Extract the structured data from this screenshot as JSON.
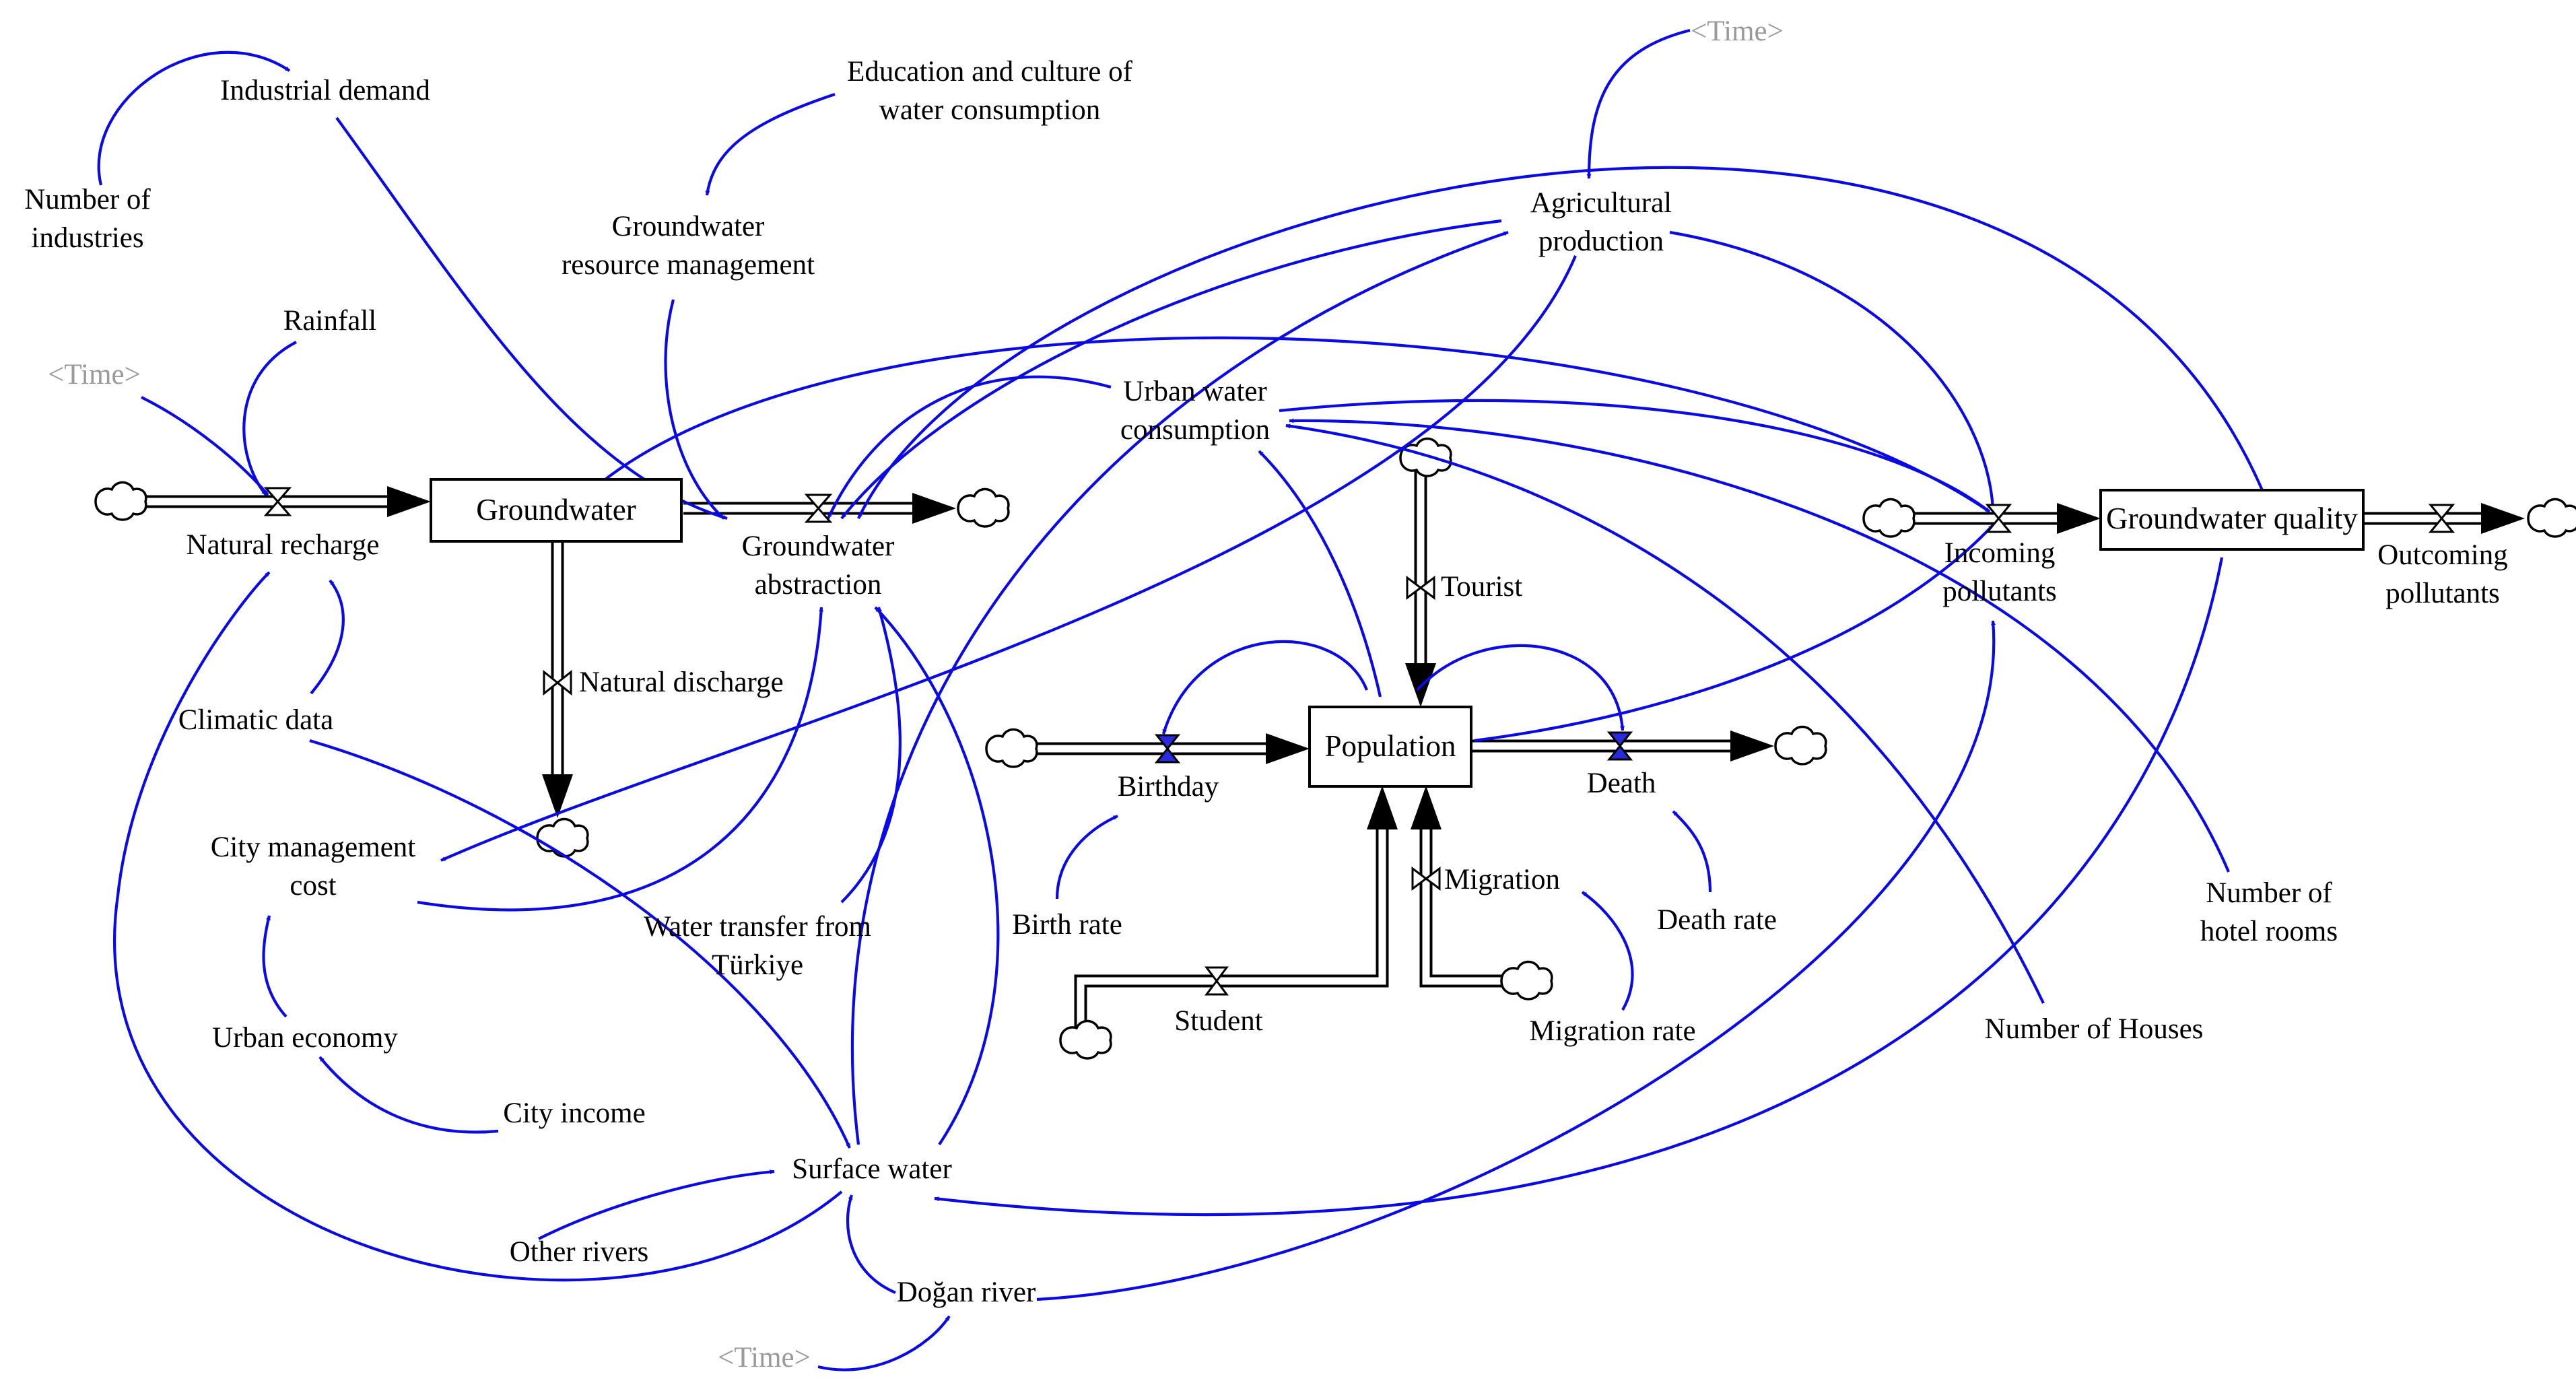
{
  "stocks": {
    "groundwater": "Groundwater",
    "population": "Population",
    "groundwater_quality": "Groundwater quality"
  },
  "flows": {
    "natural_recharge": "Natural recharge",
    "groundwater_abstraction_1": "Groundwater",
    "groundwater_abstraction_2": "abstraction",
    "natural_discharge": "Natural discharge",
    "birthday": "Birthday",
    "death": "Death",
    "tourist": "Tourist",
    "migration": "Migration",
    "student": "Student",
    "incoming_pollutants_1": "Incoming",
    "incoming_pollutants_2": "pollutants",
    "outcoming_pollutants_1": "Outcoming",
    "outcoming_pollutants_2": "pollutants"
  },
  "variables": {
    "industrial_demand": "Industrial demand",
    "number_of_industries_1": "Number of",
    "number_of_industries_2": "industries",
    "education_1": "Education and culture of",
    "education_2": "water consumption",
    "gw_resource_mgmt_1": "Groundwater",
    "gw_resource_mgmt_2": "resource management",
    "agricultural_production_1": "Agricultural",
    "agricultural_production_2": "production",
    "rainfall": "Rainfall",
    "urban_water_consumption_1": "Urban water",
    "urban_water_consumption_2": "consumption",
    "climatic_data": "Climatic data",
    "city_management_cost_1": "City management",
    "city_management_cost_2": "cost",
    "urban_economy": "Urban economy",
    "city_income": "City income",
    "surface_water": "Surface water",
    "other_rivers": "Other rivers",
    "dogan_river": "Doğan river",
    "water_transfer_1": "Water transfer from",
    "water_transfer_2": "Türkiye",
    "birth_rate": "Birth rate",
    "death_rate": "Death rate",
    "migration_rate": "Migration rate",
    "number_of_hotel_rooms_1": "Number of",
    "number_of_hotel_rooms_2": "hotel rooms",
    "number_of_houses": "Number of Houses"
  },
  "shadow_variables": {
    "time_top": "<Time>",
    "time_left": "<Time>",
    "time_bottom": "<Time>"
  },
  "colors": {
    "link": "#0a0ae6",
    "shadow_text": "#9a9a9a",
    "stock_border": "#000000",
    "background": "#ffffff"
  }
}
